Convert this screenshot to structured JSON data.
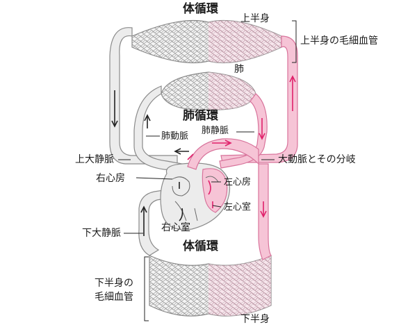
{
  "labels": {
    "systemic_top": "体循環",
    "upper_body": "上半身",
    "upper_capillaries": "上半身の毛細血管",
    "lung": "肺",
    "pulmonary_circulation": "肺循環",
    "pulmonary_artery": "肺動脈",
    "pulmonary_vein": "肺静脈",
    "superior_vena_cava": "上大静脈",
    "aorta_branches": "大動脈とその分岐",
    "right_atrium": "右心房",
    "left_atrium": "左心房",
    "left_ventricle": "左心室",
    "inferior_vena_cava": "下大静脈",
    "right_ventricle": "右心室",
    "systemic_bottom": "体循環",
    "lower_capillaries_line1": "下半身の",
    "lower_capillaries_line2": "毛細血管",
    "lower_body": "下半身"
  },
  "colors": {
    "venous_fill": "#ececec",
    "venous_stroke": "#8a8a8a",
    "arterial_fill": "#f6c4d6",
    "arterial_stroke": "#d8739b",
    "arrow_arterial": "#e0206a",
    "arrow_venous": "#222222",
    "text": "#1a1a1a"
  }
}
